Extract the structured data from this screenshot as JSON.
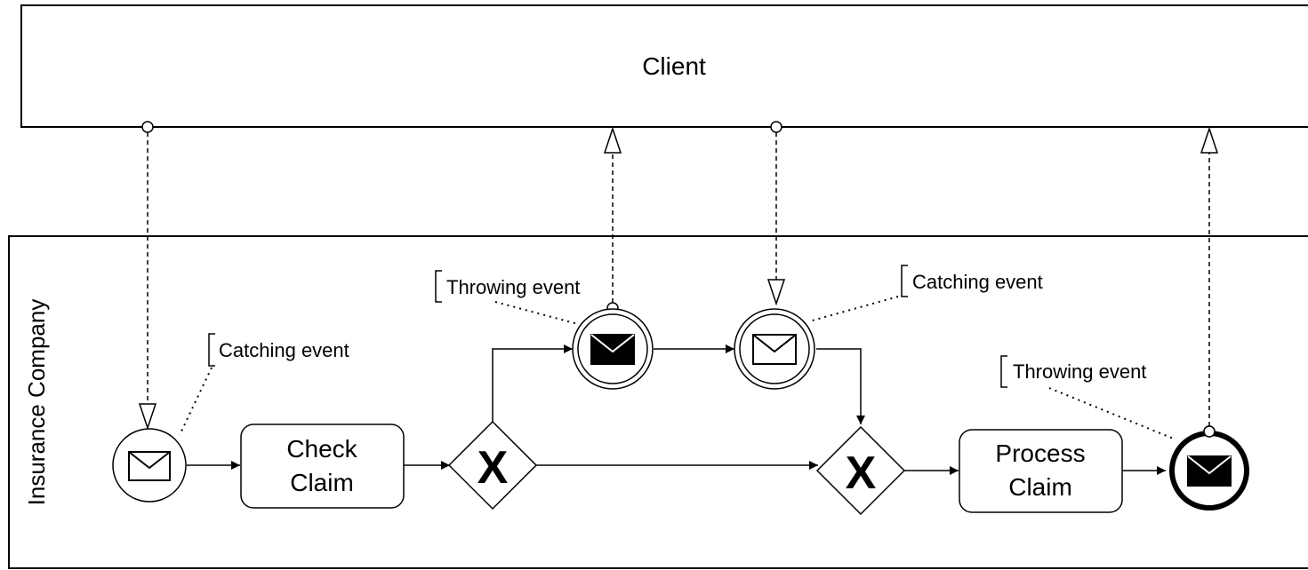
{
  "pools": {
    "client": {
      "label": "Client"
    },
    "insurance": {
      "label": "Insurance Company"
    }
  },
  "tasks": {
    "check_claim": {
      "line1": "Check",
      "line2": "Claim"
    },
    "process_claim": {
      "line1": "Process",
      "line2": "Claim"
    }
  },
  "annotations": {
    "start_catch": "Catching event",
    "mid_throw": "Throwing event",
    "mid_catch": "Catching event",
    "end_throw": "Throwing event"
  },
  "gateways": {
    "symbol": "X"
  }
}
